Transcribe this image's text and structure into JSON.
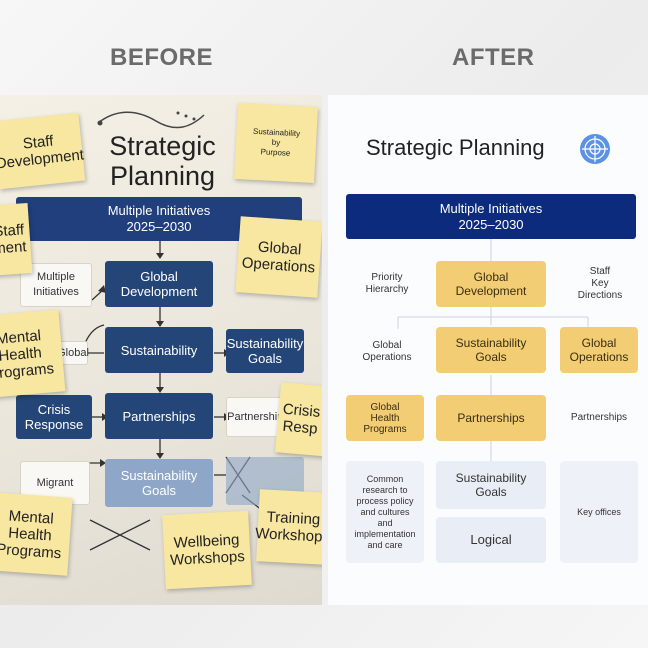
{
  "headers": {
    "before": "BEFORE",
    "after": "AFTER"
  },
  "before": {
    "title": "Strategic Planning",
    "banner": "Multiple Initiatives\n2025–2030",
    "boxes": {
      "global_development": "Global\nDevelopment",
      "sustainability": "Sustainability",
      "sustainability_goals": "Sustainability\nGoals",
      "partnerships": "Partnerships",
      "sustainability_goals_lower": "Sustainability\nGoals",
      "crisis_response": "Crisis\nResponse",
      "multiple_initiatives": "Multiple\nInitiatives",
      "partnerships_side": "Partnerships",
      "migrant": "Migrant",
      "global": "Global"
    },
    "stickies": {
      "staff_development": "Staff\nDevelopment",
      "sustainability_by_purpose": "Sustainability\nby\nPurpose",
      "global_operations": "Global\nOperations",
      "staff_cut": "Staff\nment",
      "mental_health_top": "Mental\nHealth\nPrograms",
      "crisis_response_cut": "Crisis\nResp",
      "mental_health_bottom": "Mental\nHealth\nPrograms",
      "wellbeing_workshops": "Wellbeing\nWorkshops",
      "training_workshops": "Training\nWorkshops"
    }
  },
  "after": {
    "title": "Strategic Planning",
    "globe_icon": "un-globe-icon",
    "banner": "Multiple Initiatives\n2025–2030",
    "boxes": {
      "priority_hierarchy": "Priority\nHierarchy",
      "global_development": "Global\nDevelopment",
      "staff_directions": "Staff\nKey\nDirections",
      "global_operations_left": "Global\nOperations",
      "sustainability_goals": "Sustainability\nGoals",
      "global_operations_right": "Global\nOperations",
      "global_health_programs": "Global\nHealth\nPrograms",
      "partnerships_center": "Partnerships",
      "partnerships_right": "Partnerships",
      "process_note": "Common\nresearch to\nprocess policy\nand cultures\nand\nimplementation\nand care",
      "sustainability_goals_lower": "Sustainability\nGoals",
      "logical": "Logical",
      "key_offices": "Key offices"
    }
  },
  "colors": {
    "before_navy": "#244577",
    "before_banner": "#203f7c",
    "sticky_yellow": "#f8e7a0",
    "after_banner": "#0c2b7c",
    "after_gold": "#f3cd73",
    "after_lavender": "#e8edf6"
  }
}
